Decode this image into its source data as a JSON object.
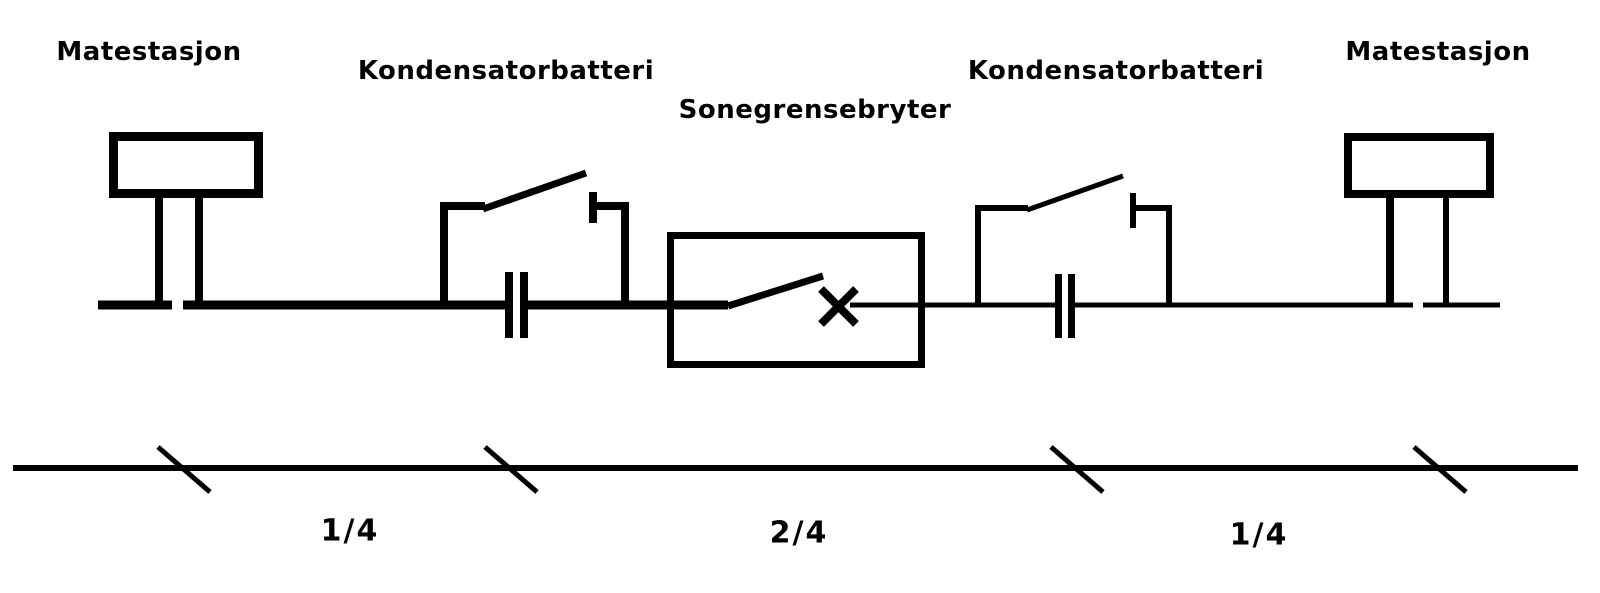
{
  "colors": {
    "ink": "#000000",
    "background": "#ffffff"
  },
  "components": {
    "station_left": {
      "label": "Matestasjon"
    },
    "capacitor_left": {
      "label": "Kondensatorbatteri"
    },
    "zone_switch": {
      "label": "Sonegrensebryter"
    },
    "capacitor_right": {
      "label": "Kondensatorbatteri"
    },
    "station_right": {
      "label": "Matestasjon"
    }
  },
  "distance_scale": {
    "segments": [
      {
        "label": "1/4"
      },
      {
        "label": "2/4"
      },
      {
        "label": "1/4"
      }
    ]
  }
}
